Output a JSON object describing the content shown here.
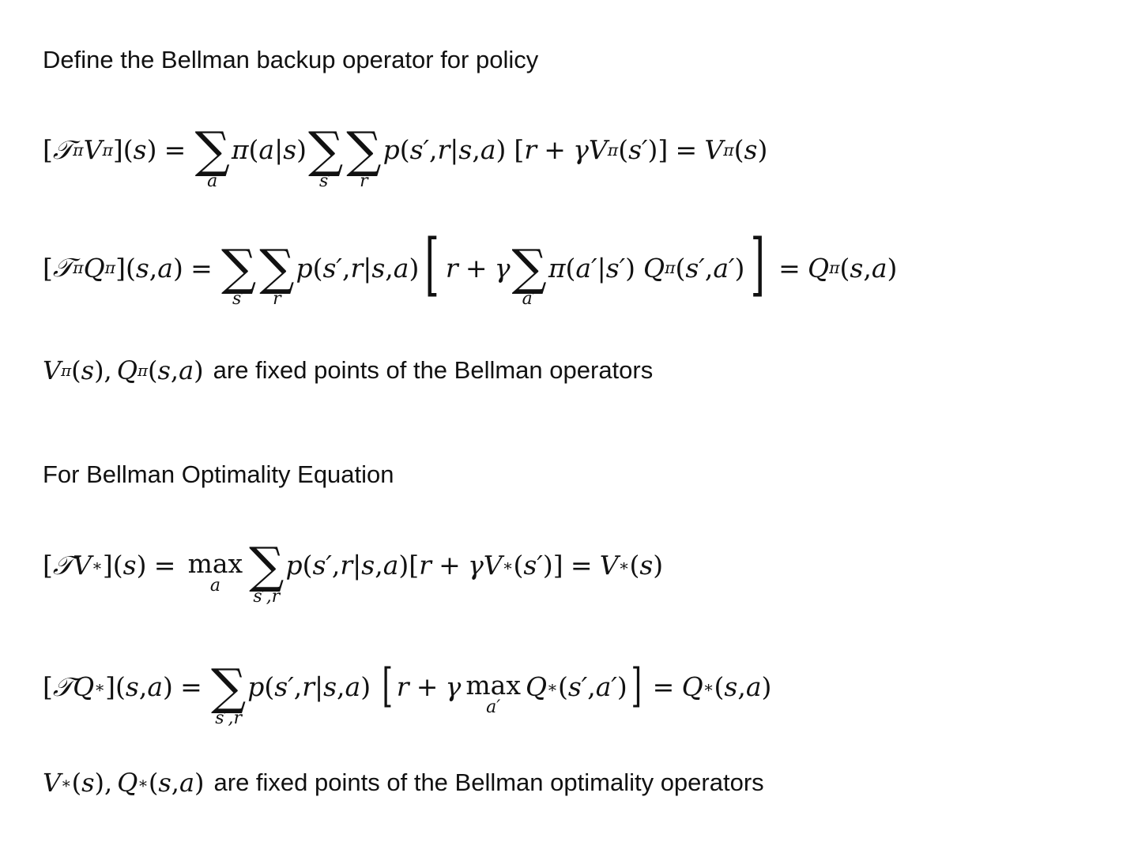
{
  "heading1": "Define the Bellman backup operator for policy",
  "note1": "are fixed points of the Bellman operators",
  "heading2": "For Bellman Optimality Equation",
  "note2": "are fixed points of the Bellman optimality operators",
  "symbols": {
    "max": "max",
    "sum_under_a": "a",
    "sum_under_sprime": "s′",
    "sum_under_r": "r",
    "sum_under_aprime": "a′",
    "sum_under_sprime_r": "s′,r",
    "max_under_a": "a",
    "max_under_aprime": "a′"
  }
}
